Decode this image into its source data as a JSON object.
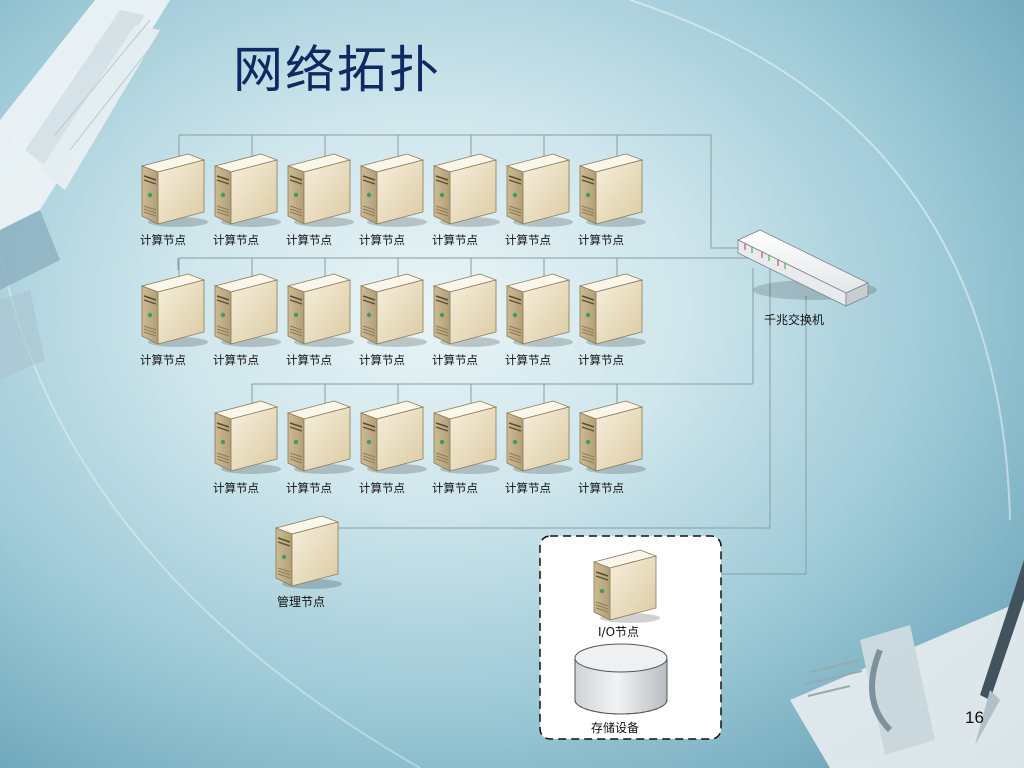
{
  "slide": {
    "title": "网络拓扑",
    "page_number": "16"
  },
  "compute_rows": [
    {
      "labels": [
        "计算节点",
        "计算节点",
        "计算节点",
        "计算节点",
        "计算节点",
        "计算节点",
        "计算节点"
      ]
    },
    {
      "labels": [
        "计算节点",
        "计算节点",
        "计算节点",
        "计算节点",
        "计算节点",
        "计算节点",
        "计算节点"
      ]
    },
    {
      "labels": [
        "计算节点",
        "计算节点",
        "计算节点",
        "计算节点",
        "计算节点",
        "计算节点"
      ]
    }
  ],
  "switch": {
    "label": "千兆交换机"
  },
  "management_node": {
    "label": "管理节点"
  },
  "io_node": {
    "label": "I/O节点"
  },
  "storage": {
    "label": "存储设备"
  },
  "colors": {
    "title": "#0d2a62",
    "server_face": "#e9dcbd",
    "server_side": "#c9b78f",
    "line": "#8a9ca4"
  }
}
